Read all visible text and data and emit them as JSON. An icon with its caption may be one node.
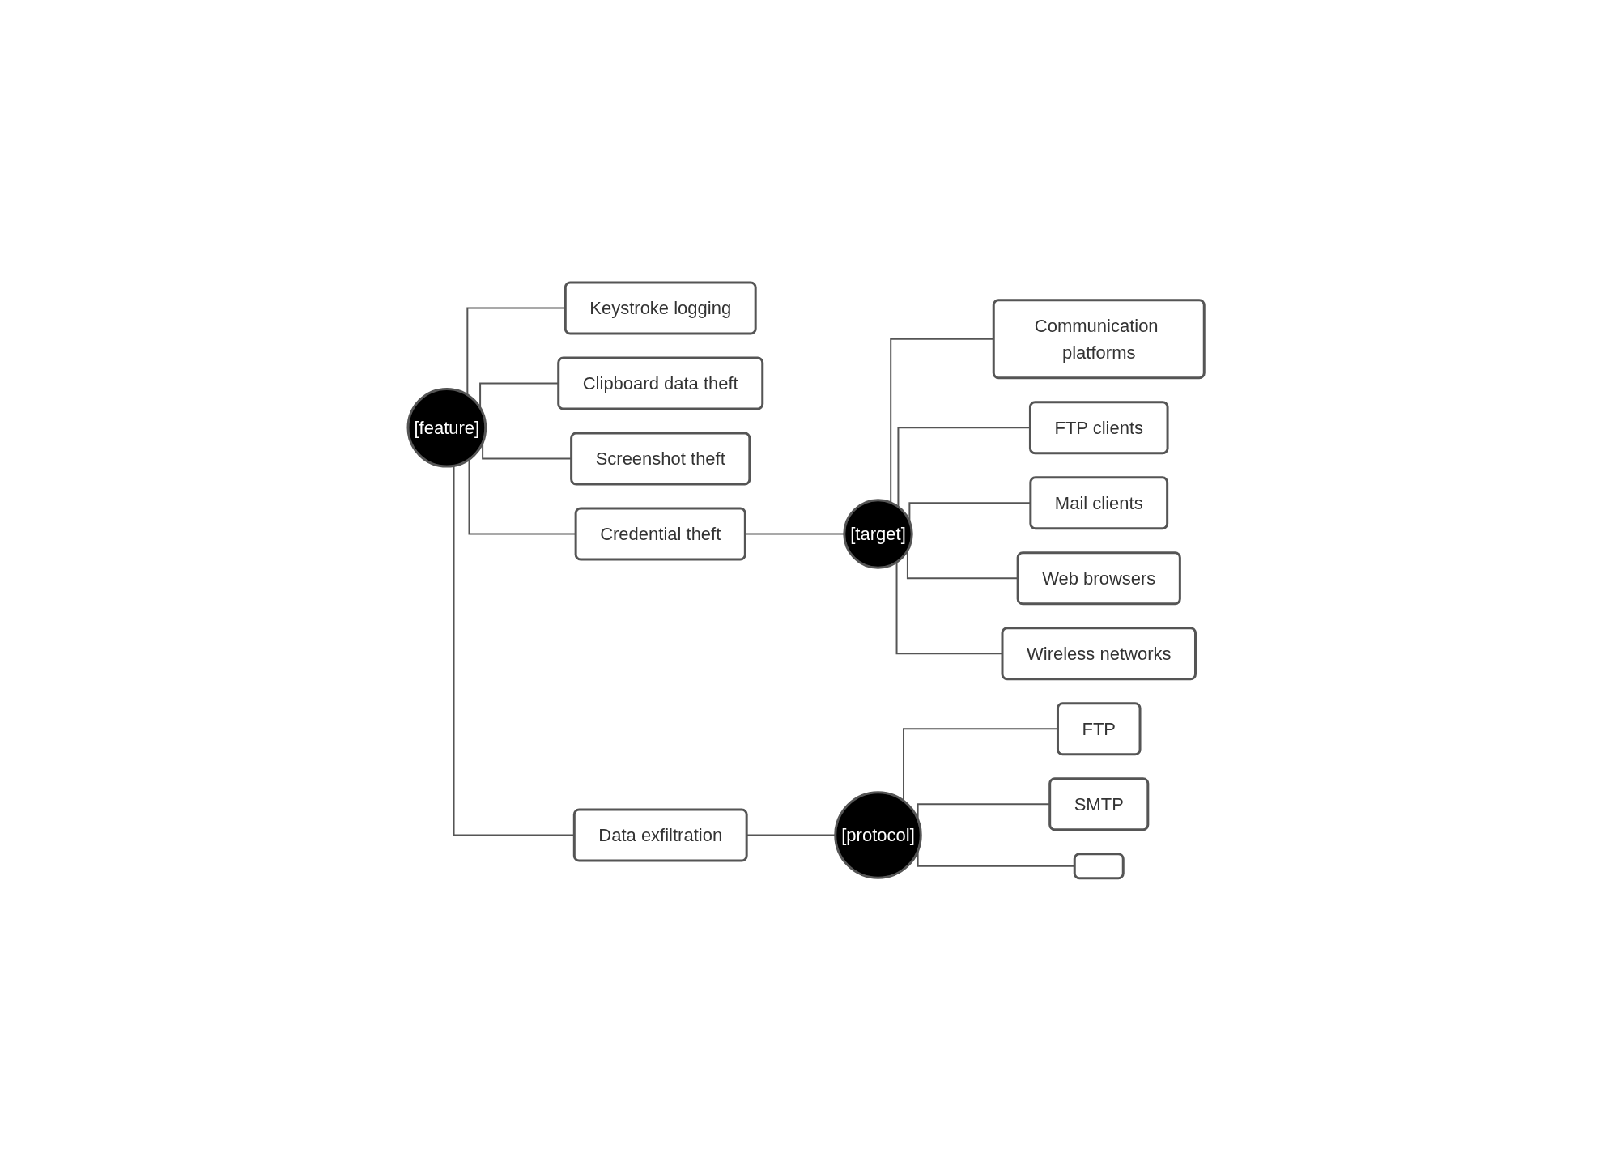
{
  "diagram": {
    "nodes": [
      {
        "text": [
          "[feature]"
        ]
      },
      {
        "text": [
          "Keystroke logging"
        ]
      },
      {
        "text": [
          "Clipboard data theft"
        ]
      },
      {
        "text": [
          "Screenshot theft"
        ]
      },
      {
        "text": [
          "Credential theft"
        ]
      },
      {
        "text": [
          "[target]"
        ]
      },
      {
        "text": [
          "Communication platforms"
        ]
      },
      {
        "text": [
          "FTP clients"
        ]
      },
      {
        "text": [
          "Mail clients"
        ]
      },
      {
        "text": [
          "Web browsers"
        ]
      },
      {
        "text": [
          "Wireless networks"
        ]
      },
      {
        "text": [
          "Data exfiltration"
        ]
      },
      {
        "text": [
          "[protocol]"
        ]
      },
      {
        "text": [
          "FTP"
        ]
      },
      {
        "text": [
          "SMTP"
        ]
      },
      {
        "text": [],
        "shape": "box"
      }
    ],
    "edges": [
      {
        "from": 0,
        "to": 1,
        "arrow": "none"
      },
      {
        "from": 0,
        "to": 2,
        "arrow": "none"
      },
      {
        "from": 0,
        "to": 3,
        "arrow": "none"
      },
      {
        "from": 0,
        "to": 4,
        "arrow": "none"
      },
      {
        "from": 0,
        "to": 11,
        "arrow": "none"
      },
      {
        "from": 4,
        "to": 5,
        "arrow": "none"
      },
      {
        "from": 5,
        "to": 6,
        "arrow": "none"
      },
      {
        "from": 5,
        "to": 7,
        "arrow": "none"
      },
      {
        "from": 5,
        "to": 8,
        "arrow": "none"
      },
      {
        "from": 5,
        "to": 9,
        "arrow": "none"
      },
      {
        "from": 5,
        "to": 10,
        "arrow": "none"
      },
      {
        "from": 11,
        "to": 12,
        "arrow": "none"
      },
      {
        "from": 12,
        "to": 13,
        "arrow": "none"
      },
      {
        "from": 12,
        "to": 14,
        "arrow": "none"
      },
      {
        "from": 12,
        "to": 15,
        "arrow": "none"
      }
    ]
  }
}
